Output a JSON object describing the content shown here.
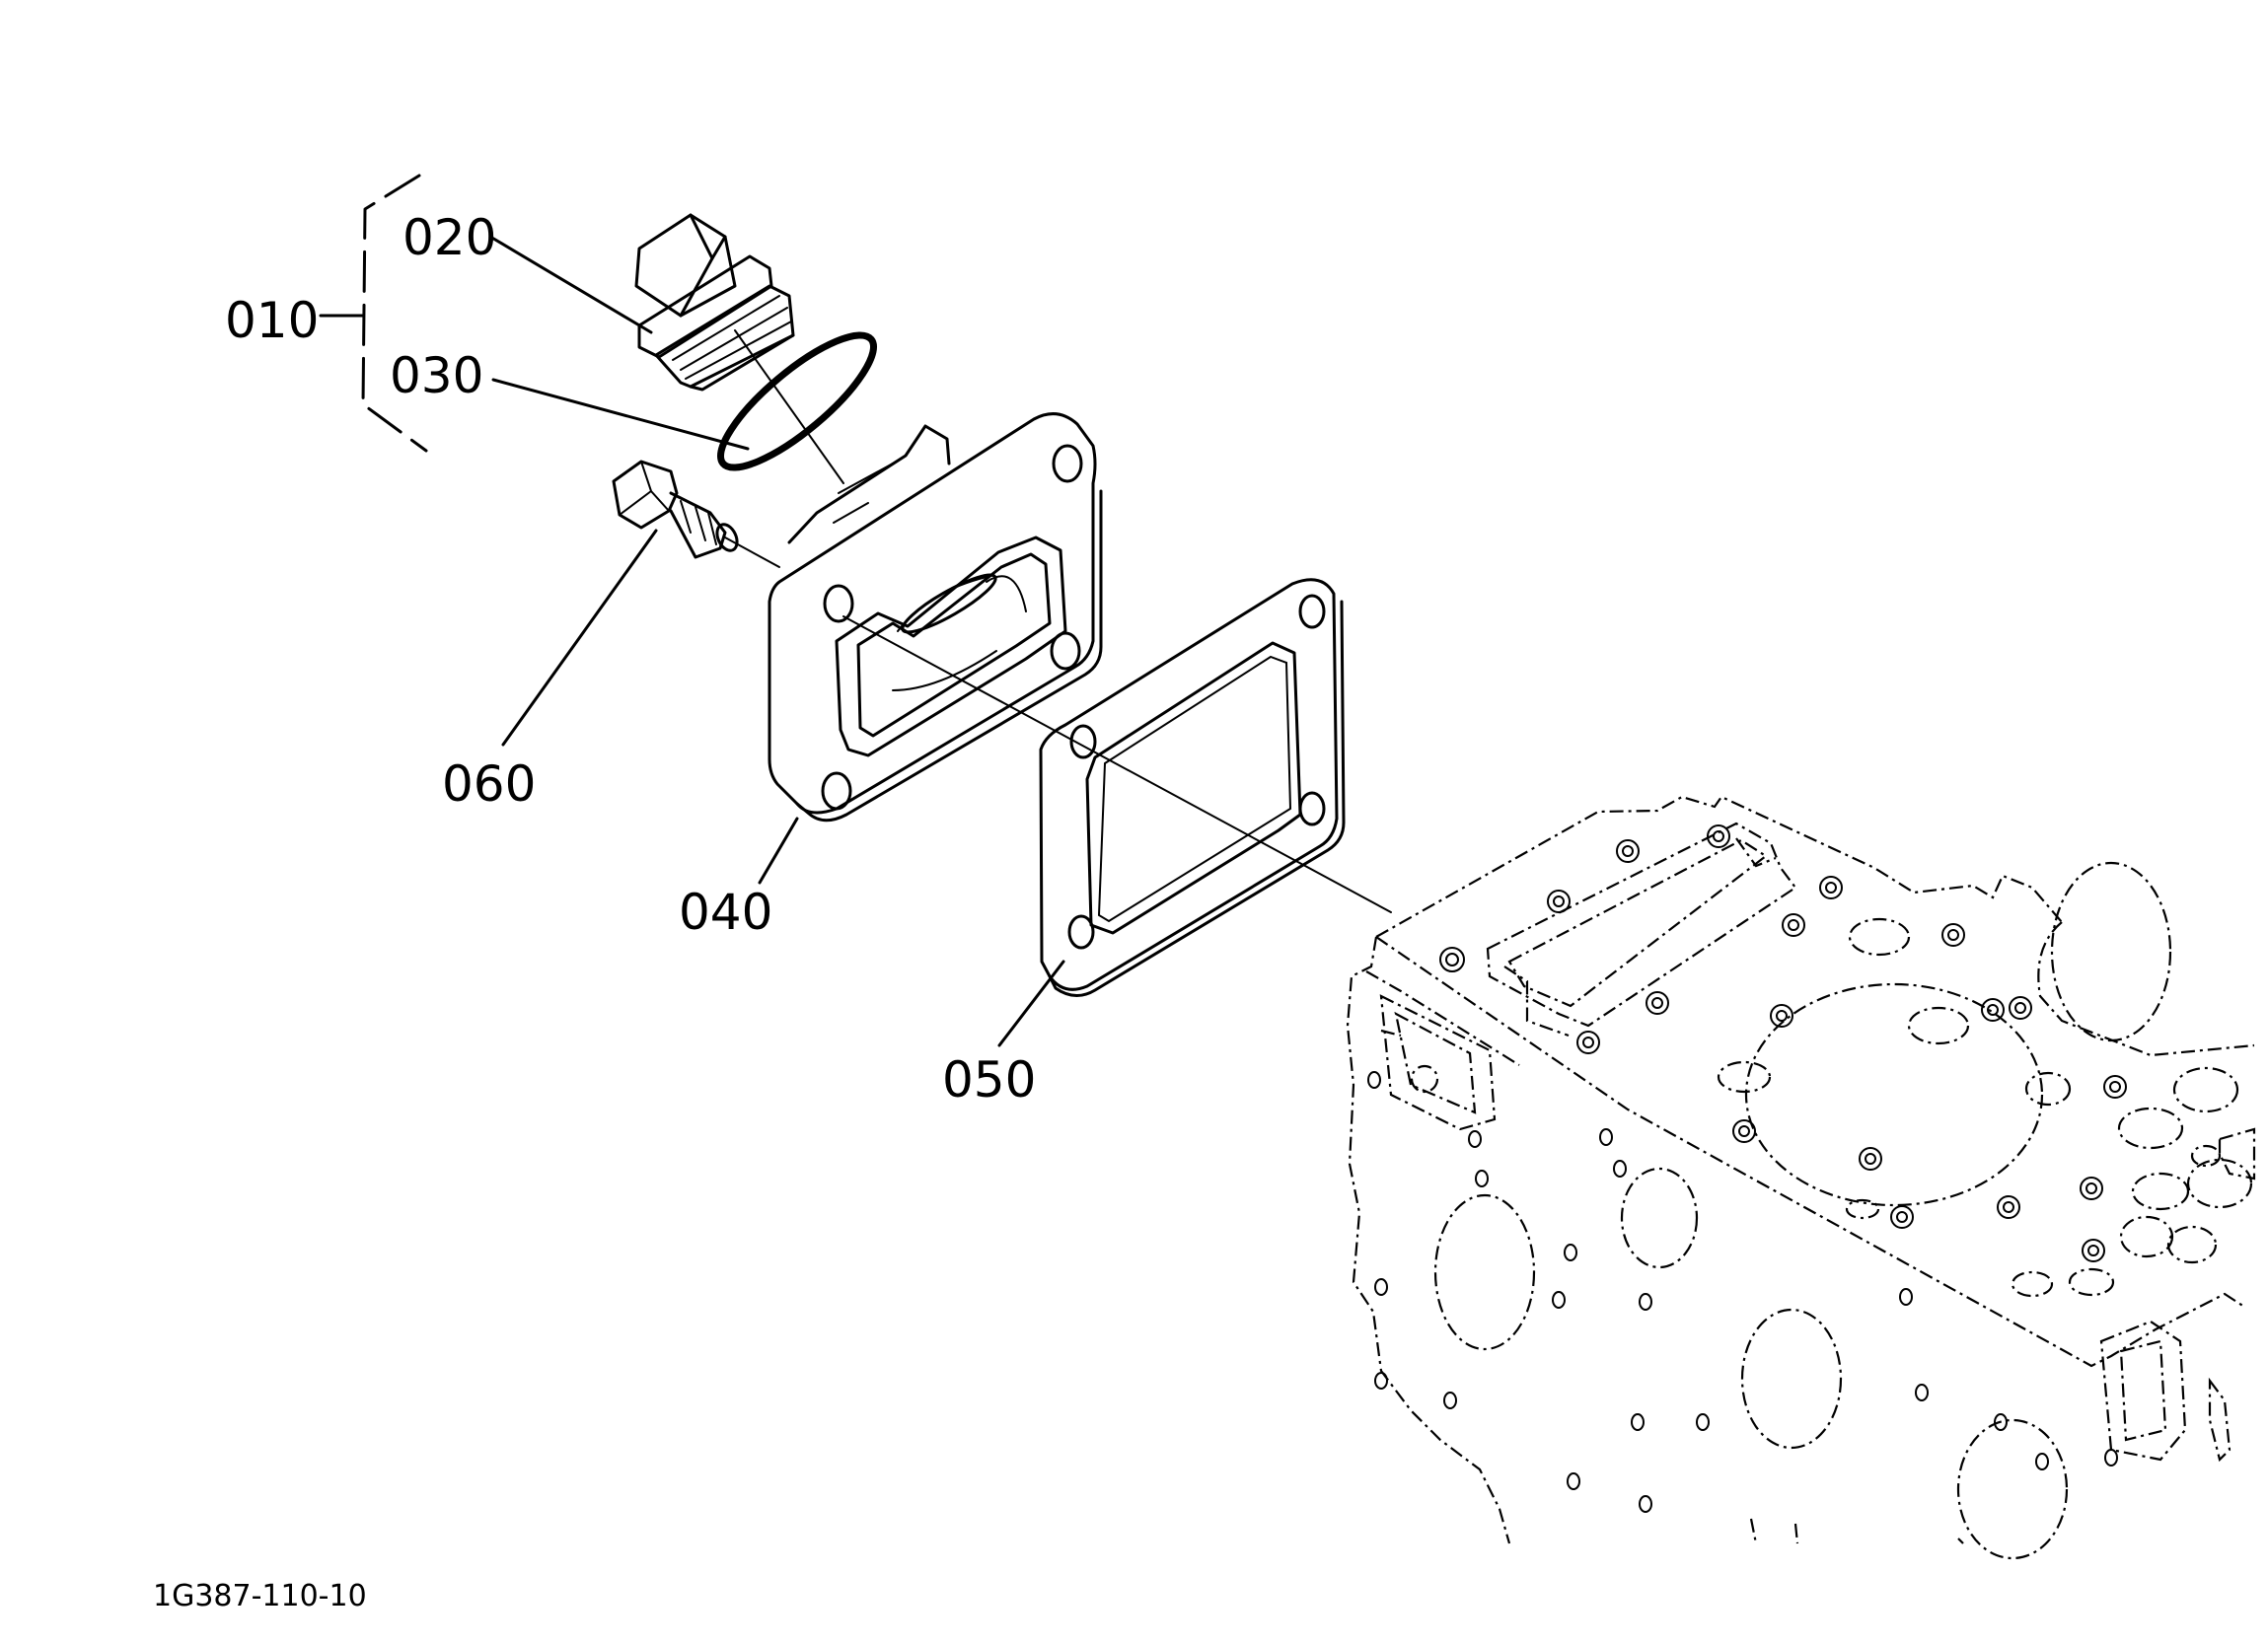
{
  "callouts": {
    "c010": "010",
    "c020": "020",
    "c030": "030",
    "c040": "040",
    "c050": "050",
    "c060": "060"
  },
  "drawing_code": "1G387-110-10"
}
